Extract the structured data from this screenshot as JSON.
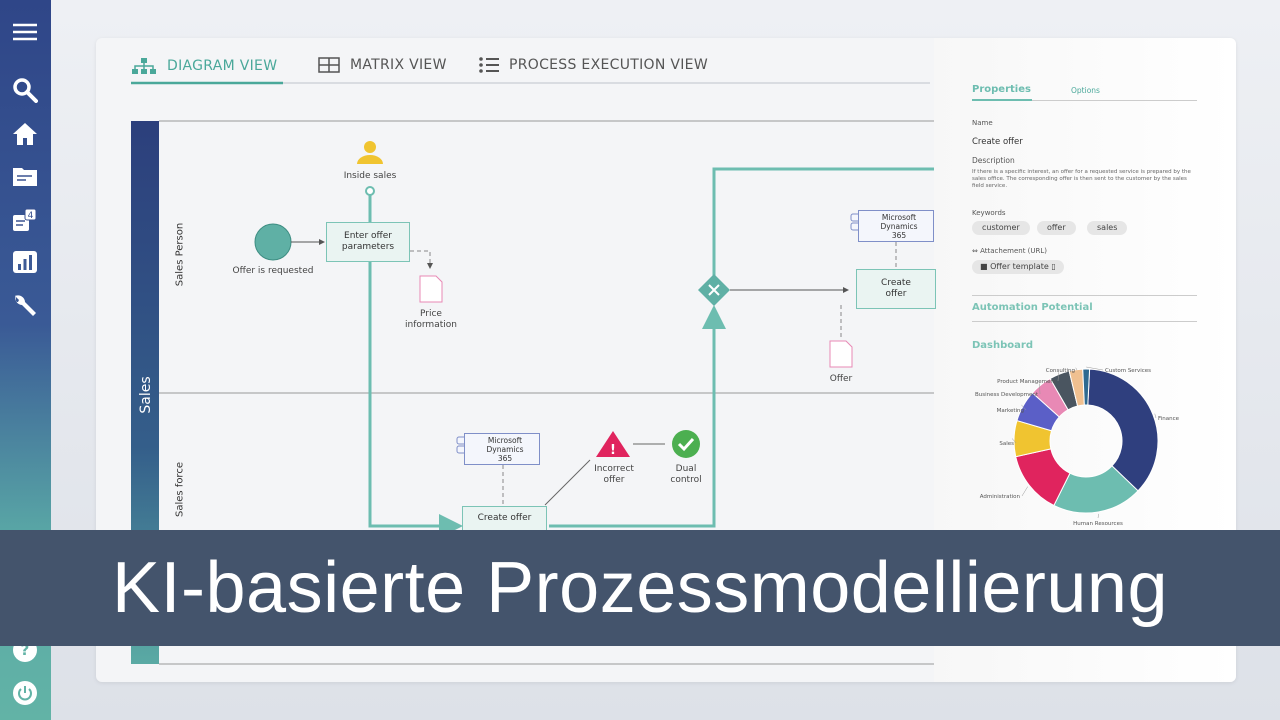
{
  "sidebar": {
    "icons": [
      "menu-icon",
      "search-icon",
      "home-icon",
      "folder-icon",
      "notifications-icon",
      "chart-icon",
      "wrench-icon",
      "help-icon",
      "power-icon"
    ],
    "badge": "4"
  },
  "tabs": [
    {
      "label": "DIAGRAM VIEW",
      "icon": "hierarchy-icon",
      "active": true
    },
    {
      "label": "MATRIX VIEW",
      "icon": "grid-icon"
    },
    {
      "label": "PROCESS EXECUTION VIEW",
      "icon": "list-icon"
    }
  ],
  "diagram": {
    "pool": "Sales",
    "lanes": [
      "Sales Person",
      "Sales force"
    ],
    "role": "Inside sales",
    "start_event": "Offer is requested",
    "task_enter": "Enter offer parameters",
    "doc_price": "Price information",
    "system_top": "Microsoft Dynamics 365",
    "task_create_top": "Create offer",
    "doc_offer": "Offer",
    "system_bottom": "Microsoft Dynamics 365",
    "task_create_bottom": "Create offer",
    "risk": "Incorrect offer",
    "control": "Dual control"
  },
  "properties": {
    "tabs": [
      "Properties",
      "Options"
    ],
    "name_label": "Name",
    "name_value": "Create offer",
    "description_label": "Description",
    "description_value": "If there is a specific interest, an offer for a requested service is prepared by the sales office. The corresponding offer is then sent to the customer by the sales field service.",
    "keywords_label": "Keywords",
    "keywords": [
      "customer",
      "offer",
      "sales"
    ],
    "attachment_label": "Attachement (URL)",
    "attachment": "Offer template",
    "automation": "Automation Potential",
    "dashboard": "Dashboard"
  },
  "chart_data": {
    "type": "pie",
    "donut": true,
    "labels": [
      "Finance",
      "Human Resources",
      "Administration",
      "Sales",
      "Marketing",
      "Business Development",
      "Product Management",
      "Consulting",
      "Custom Services"
    ],
    "values": [
      36,
      20,
      14,
      8,
      7,
      5,
      4.5,
      3,
      1.5
    ],
    "colors": [
      "#2f3f7e",
      "#6dbdb0",
      "#e0245e",
      "#f0c430",
      "#5b5fc7",
      "#e889b5",
      "#4a5560",
      "#f0c090",
      "#2f6a90"
    ]
  },
  "banner": "KI-basierte Prozessmodellierung",
  "colors": {
    "accent": "#4aa89a",
    "banner": "#44546c"
  }
}
